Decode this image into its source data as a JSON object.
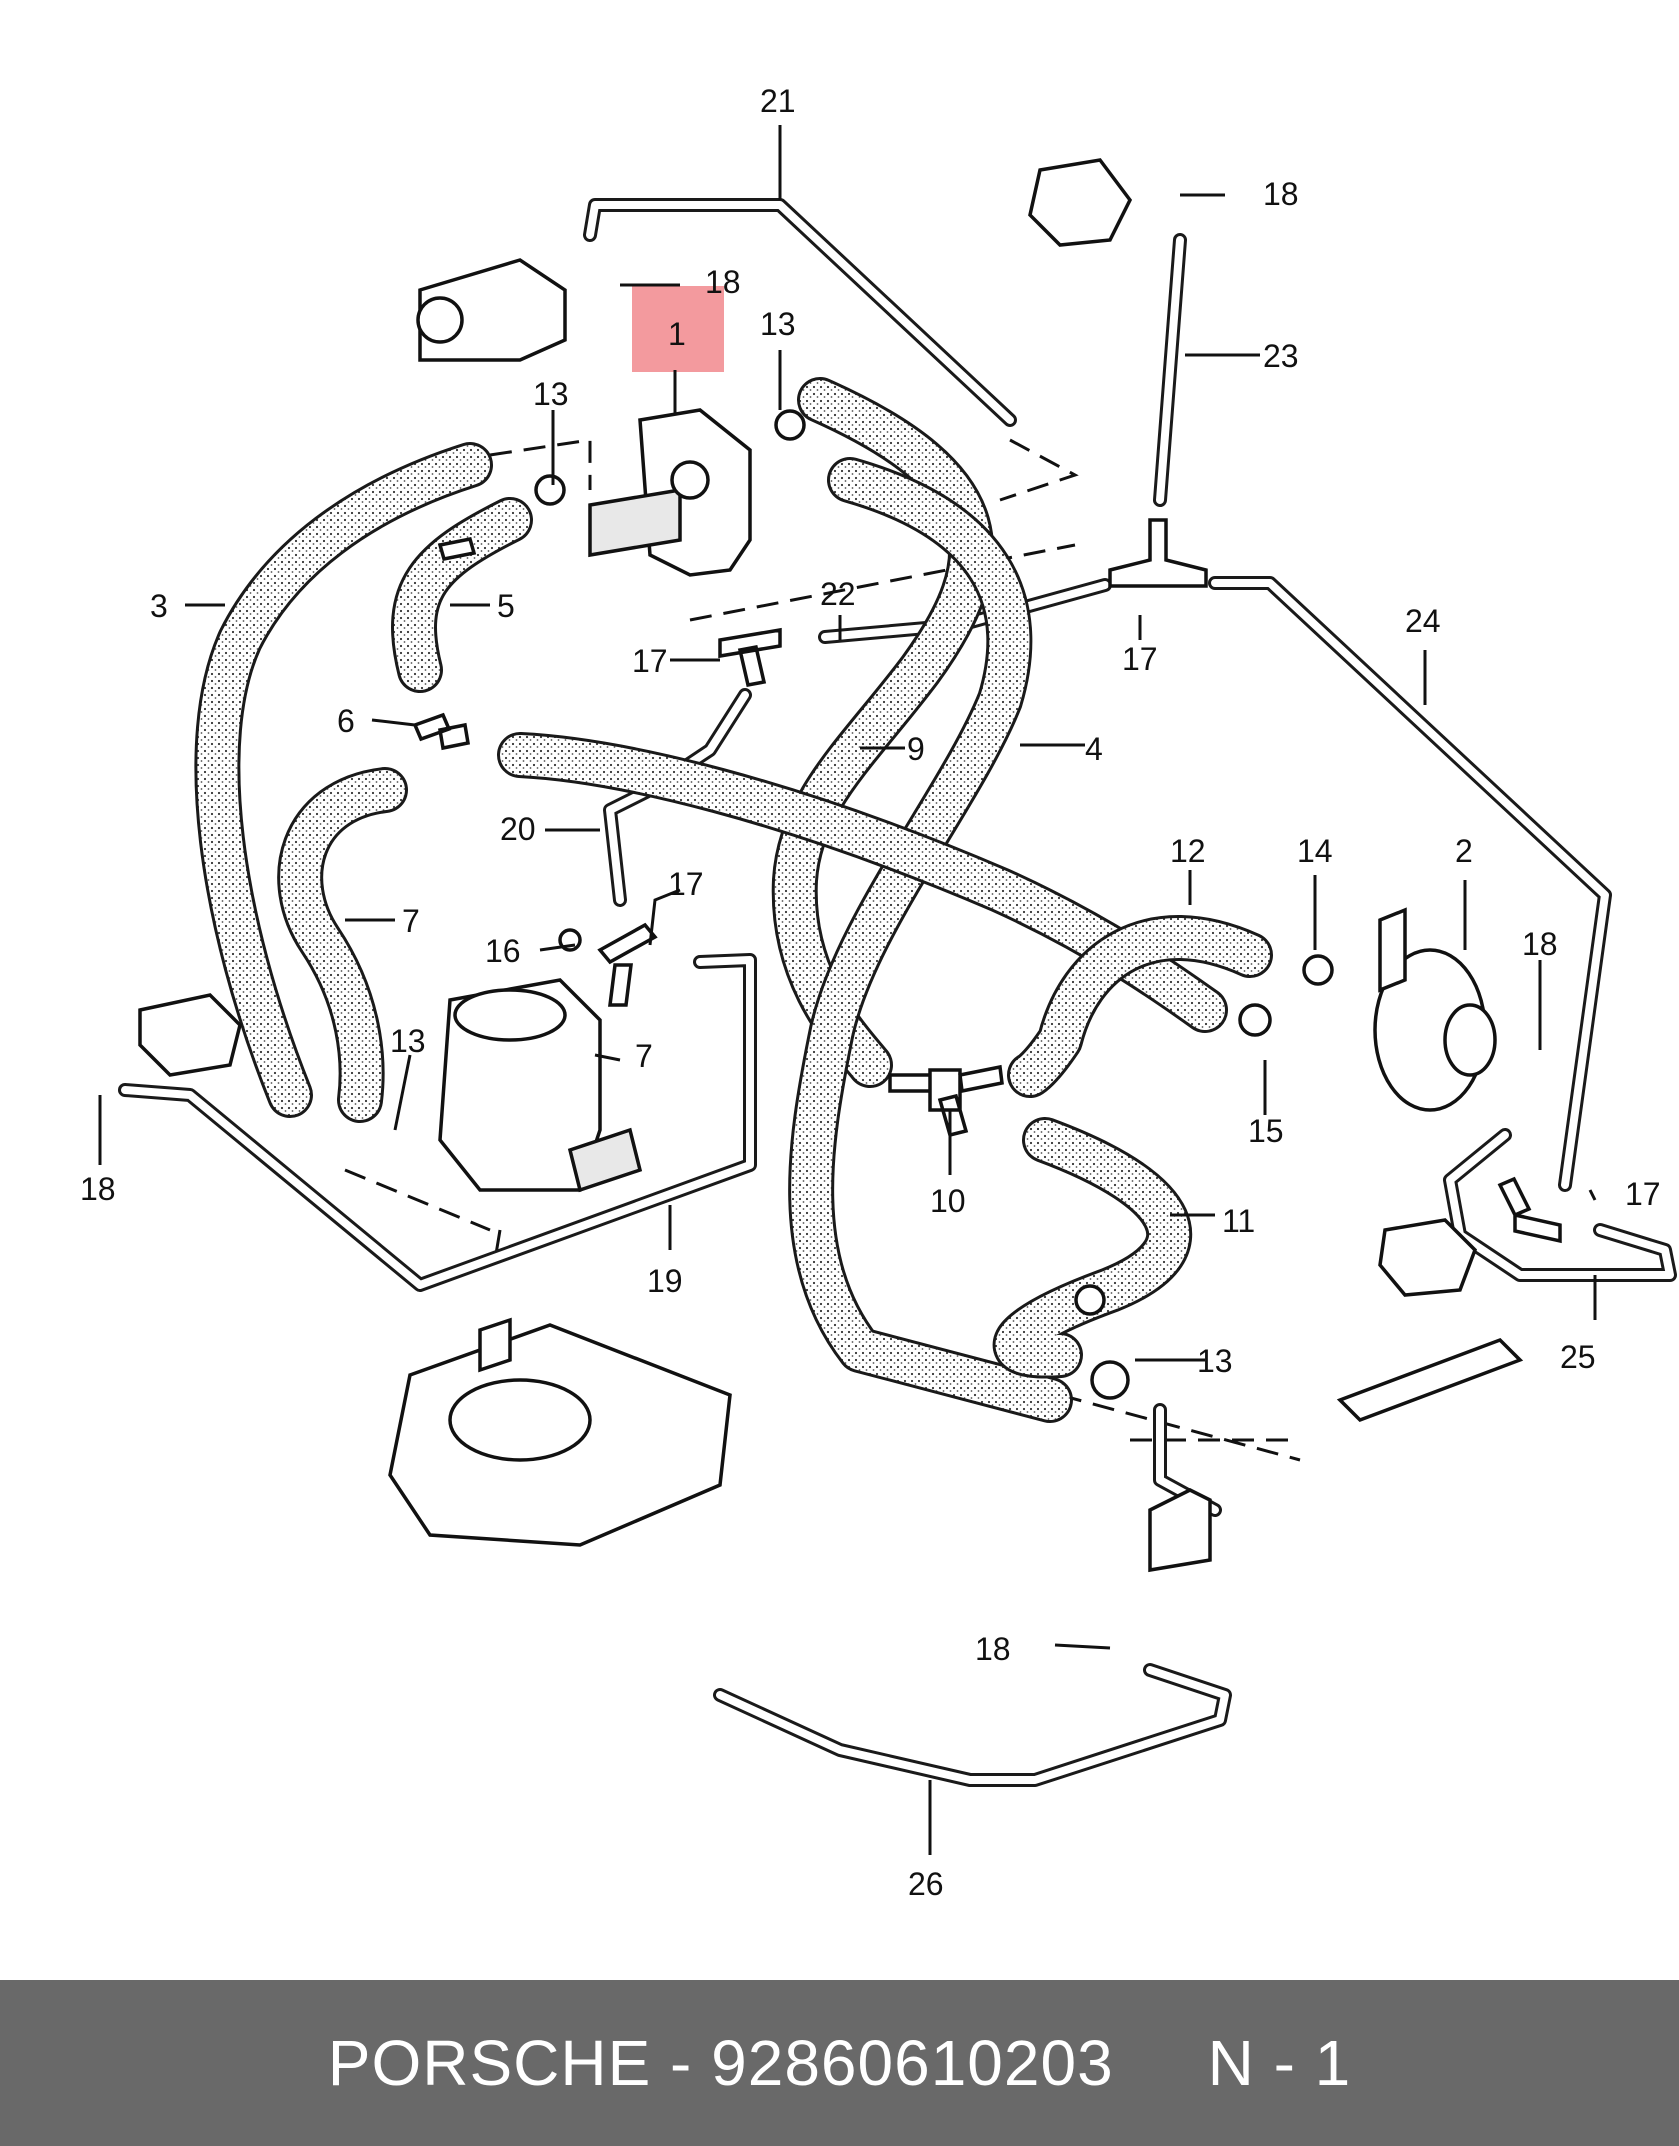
{
  "highlight_color": "#f39a9e",
  "labels": {
    "l1": "1",
    "l2": "2",
    "l3": "3",
    "l4": "4",
    "l5": "5",
    "l6": "6",
    "l7a": "7",
    "l7b": "7",
    "l9": "9",
    "l10": "10",
    "l11": "11",
    "l12": "12",
    "l13a": "13",
    "l13b": "13",
    "l13c": "13",
    "l13d": "13",
    "l14": "14",
    "l15": "15",
    "l16": "16",
    "l17a": "17",
    "l17b": "17",
    "l17c": "17",
    "l17d": "17",
    "l18a": "18",
    "l18b": "18",
    "l18c": "18",
    "l18d": "18",
    "l18e": "18",
    "l19": "19",
    "l20": "20",
    "l21": "21",
    "l22": "22",
    "l23": "23",
    "l24": "24",
    "l25": "25",
    "l26": "26"
  },
  "footer": {
    "text": "PORSCHE - 92860610203     N - 1"
  }
}
